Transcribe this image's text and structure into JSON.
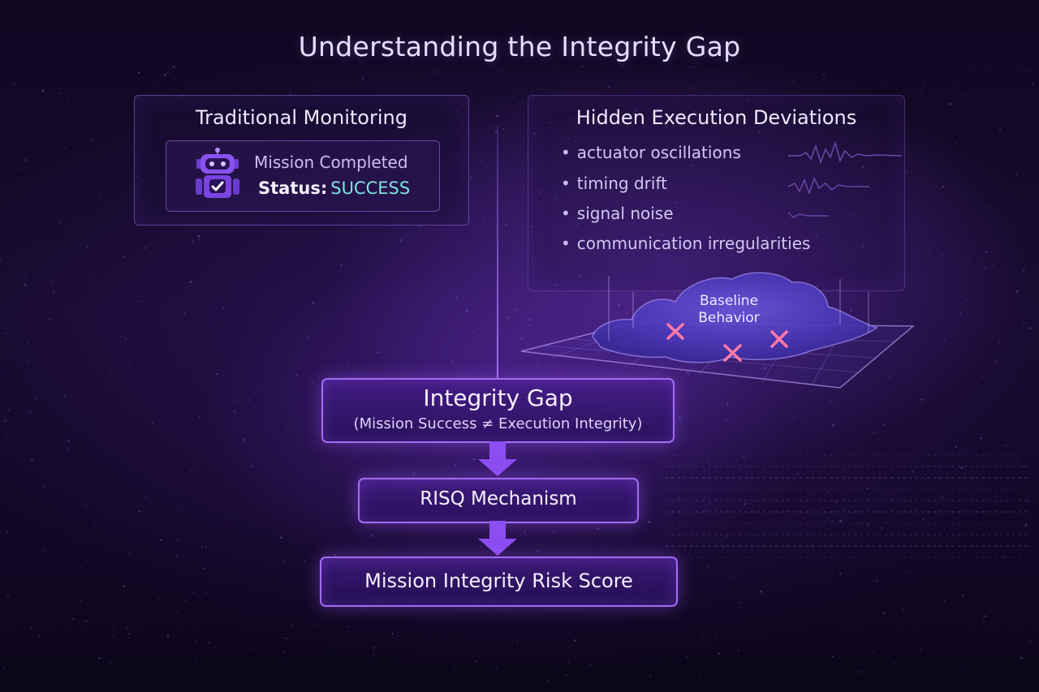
{
  "title": "Understanding the Integrity Gap",
  "traditional": {
    "heading": "Traditional Monitoring",
    "mission_text": "Mission Completed",
    "status_label": "Status:",
    "status_value": "SUCCESS",
    "icon": "robot-check-icon"
  },
  "deviations": {
    "heading": "Hidden Execution Deviations",
    "items": [
      "actuator oscillations",
      "timing drift",
      "signal noise",
      "communication irregularities"
    ]
  },
  "baseline": {
    "line1": "Baseline",
    "line2": "Behavior"
  },
  "flow": {
    "gap_title": "Integrity Gap",
    "gap_subtitle": "(Mission Success ≠ Execution Integrity)",
    "mechanism": "RISQ Mechanism",
    "score": "Mission Integrity Risk Score"
  },
  "colors": {
    "accent": "#a46bff",
    "success": "#7fe3df",
    "anomaly": "#ff7aa8"
  }
}
